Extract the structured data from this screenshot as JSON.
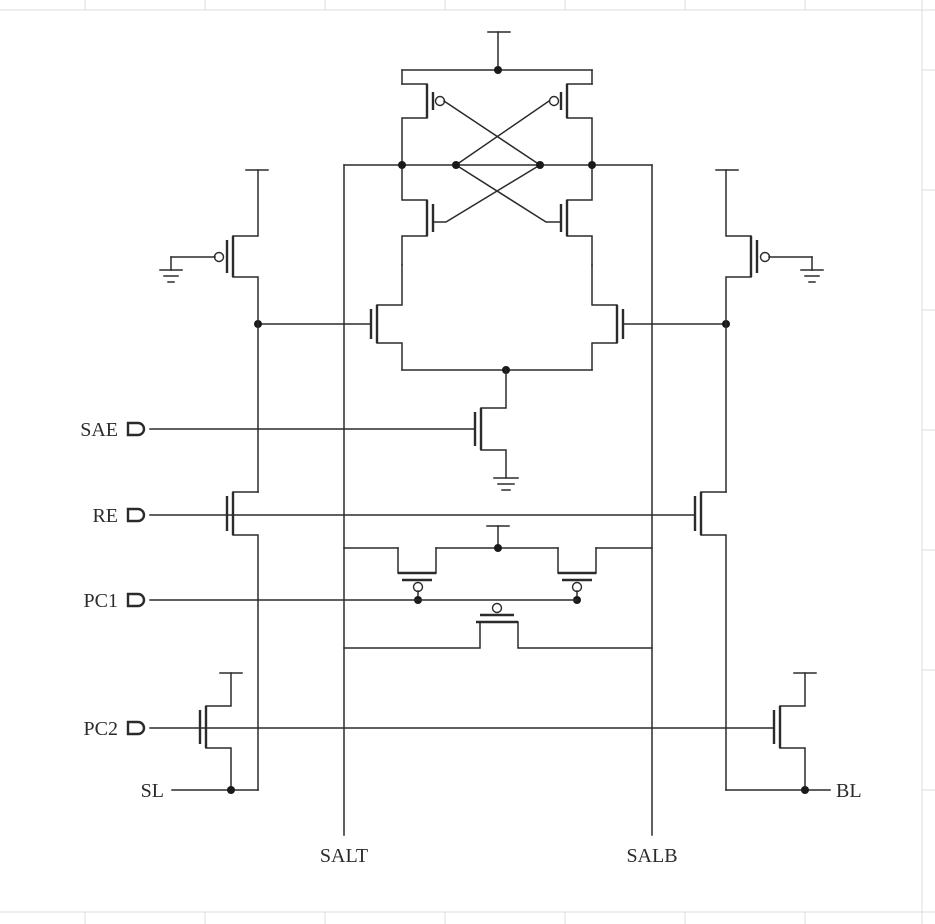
{
  "signals": {
    "sae": "SAE",
    "re": "RE",
    "pc1": "PC1",
    "pc2": "PC2",
    "sl": "SL",
    "bl": "BL",
    "salt": "SALT",
    "salb": "SALB"
  },
  "colors": {
    "ink": "#2b2b2b",
    "grid": "#dcdcdc",
    "background": "#ffffff"
  }
}
